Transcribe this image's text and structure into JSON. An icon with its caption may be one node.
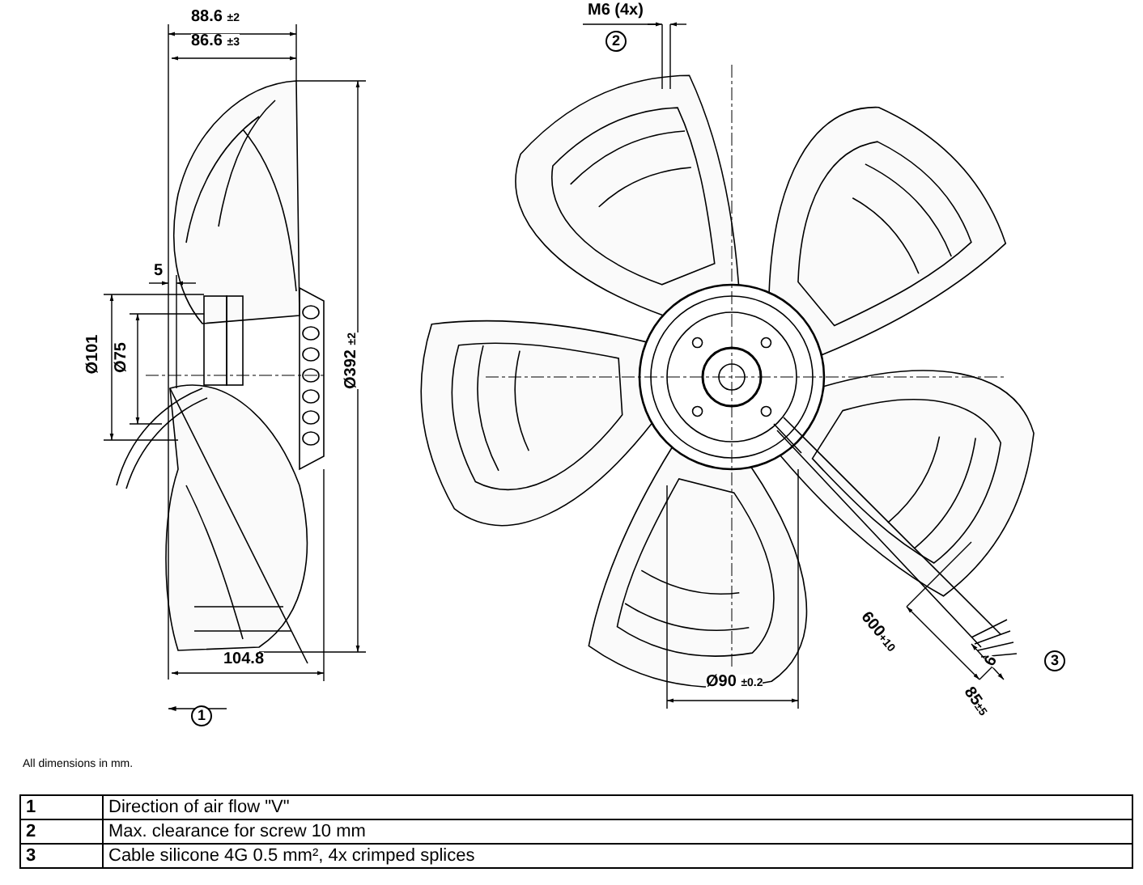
{
  "diagram": {
    "labels": [
      "88.6 $_{±2}$",
      "M6 (4x)",
      "86.6 $_{±3}$",
      "2",
      "5",
      "Ø101",
      "Ø75",
      "Ø392 $_{±2}$",
      "600$^{+10}$",
      "104.8",
      "6",
      "3",
      "Ø90 $_{±0.2}$",
      "85$_{±5}$",
      "1",
      "All dimensions in mm.",
      "1",
      "Direction of air flow \"V\"",
      "2",
      "Max. clearance for screw 10 mm",
      "3",
      "Cable silicone 4G 0.5 mm², 4x crimped splices"
    ]
  }
}
